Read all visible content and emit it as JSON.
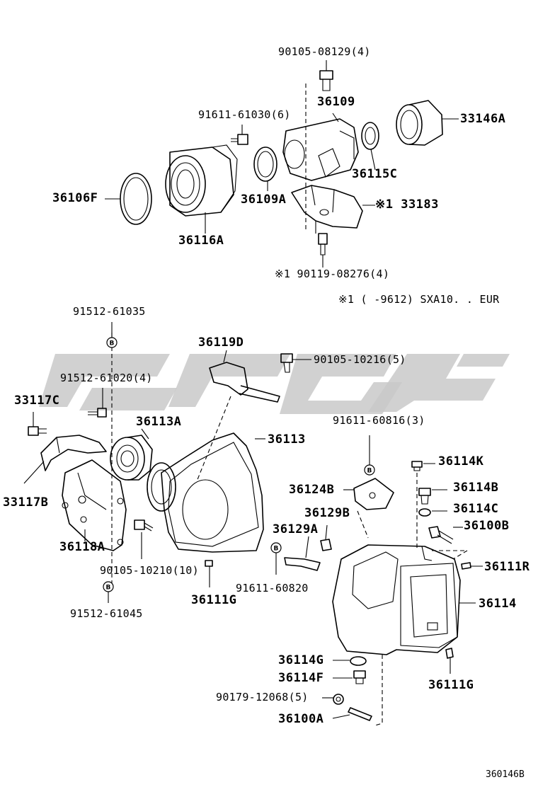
{
  "diagram": {
    "reference_code": "360146B",
    "note": "※1 (    -9612) SXA10. . EUR",
    "bolt_marker": "B",
    "labels": [
      {
        "key": "p90105_08129",
        "text": "90105-08129(4)"
      },
      {
        "key": "p36109",
        "text": "36109"
      },
      {
        "key": "p33146A",
        "text": "33146A"
      },
      {
        "key": "p91611_61030",
        "text": "91611-61030(6)"
      },
      {
        "key": "p36115C",
        "text": "36115C"
      },
      {
        "key": "p36106F",
        "text": "36106F"
      },
      {
        "key": "p36109A",
        "text": "36109A"
      },
      {
        "key": "p33183",
        "text": "※1 33183"
      },
      {
        "key": "p36116A",
        "text": "36116A"
      },
      {
        "key": "p90119_08276",
        "text": "※1 90119-08276(4)"
      },
      {
        "key": "p91512_61035",
        "text": "91512-61035"
      },
      {
        "key": "p36119D",
        "text": "36119D"
      },
      {
        "key": "p90105_10216",
        "text": "90105-10216(5)"
      },
      {
        "key": "p91512_61020",
        "text": "91512-61020(4)"
      },
      {
        "key": "p33117C",
        "text": "33117C"
      },
      {
        "key": "p36113A",
        "text": "36113A"
      },
      {
        "key": "p91611_60816",
        "text": "91611-60816(3)"
      },
      {
        "key": "p36113",
        "text": "36113"
      },
      {
        "key": "p36114K",
        "text": "36114K"
      },
      {
        "key": "p33117B",
        "text": "33117B"
      },
      {
        "key": "p36124B",
        "text": "36124B"
      },
      {
        "key": "p36114B",
        "text": "36114B"
      },
      {
        "key": "p36129B",
        "text": "36129B"
      },
      {
        "key": "p36114C",
        "text": "36114C"
      },
      {
        "key": "p36129A",
        "text": "36129A"
      },
      {
        "key": "p36100B",
        "text": "36100B"
      },
      {
        "key": "p36118A",
        "text": "36118A"
      },
      {
        "key": "p90105_10210",
        "text": "90105-10210(10)"
      },
      {
        "key": "p36111R",
        "text": "36111R"
      },
      {
        "key": "p91611_60820",
        "text": "91611-60820"
      },
      {
        "key": "p36111G_left",
        "text": "36111G"
      },
      {
        "key": "p36114",
        "text": "36114"
      },
      {
        "key": "p91512_61045",
        "text": "91512-61045"
      },
      {
        "key": "p36114G",
        "text": "36114G"
      },
      {
        "key": "p36114F",
        "text": "36114F"
      },
      {
        "key": "p36111G_right",
        "text": "36111G"
      },
      {
        "key": "p90179_12068",
        "text": "90179-12068(5)"
      },
      {
        "key": "p36100A",
        "text": "36100A"
      }
    ]
  }
}
